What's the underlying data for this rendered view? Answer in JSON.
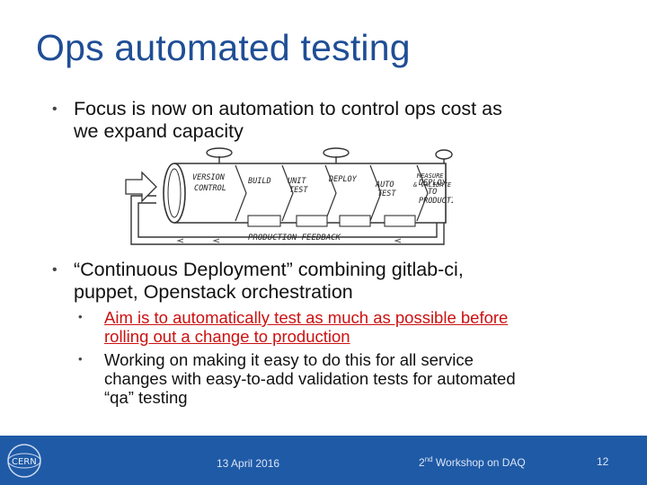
{
  "slide": {
    "title": "Ops automated testing",
    "bullets": [
      {
        "text_line1": "Focus is now on automation to control ops cost as",
        "text_line2": "we expand capacity"
      },
      {
        "text_line1": "“Continuous Deployment” combining gitlab-ci,",
        "text_line2": "puppet, Openstack orchestration",
        "sub_bullets": [
          {
            "line1": "Aim is to automatically test as much as possible before",
            "line2": "rolling out a change to production"
          },
          {
            "line1": "Working on making it easy to do this for all service",
            "line2": "changes with easy-to-add validation tests for automated",
            "line3": "“qa” testing"
          }
        ]
      }
    ]
  },
  "diagram": {
    "stages": [
      "VERSION",
      "CONTROL",
      "BUILD",
      "UNIT",
      "TEST",
      "DEPLOY",
      "AUTO",
      "TEST",
      "DEPLOY",
      "TO",
      "PRODUCTION",
      "MEASURE",
      "& VALIDATE"
    ],
    "feedback_label": "PRODUCTION FEEDBACK"
  },
  "footer": {
    "logo_text": "CERN",
    "date": "13 April 2016",
    "event_prefix": "2",
    "event_sup": "nd",
    "event_suffix": " Workshop on DAQ",
    "page_number": "12",
    "background": "#1f5aa6"
  }
}
